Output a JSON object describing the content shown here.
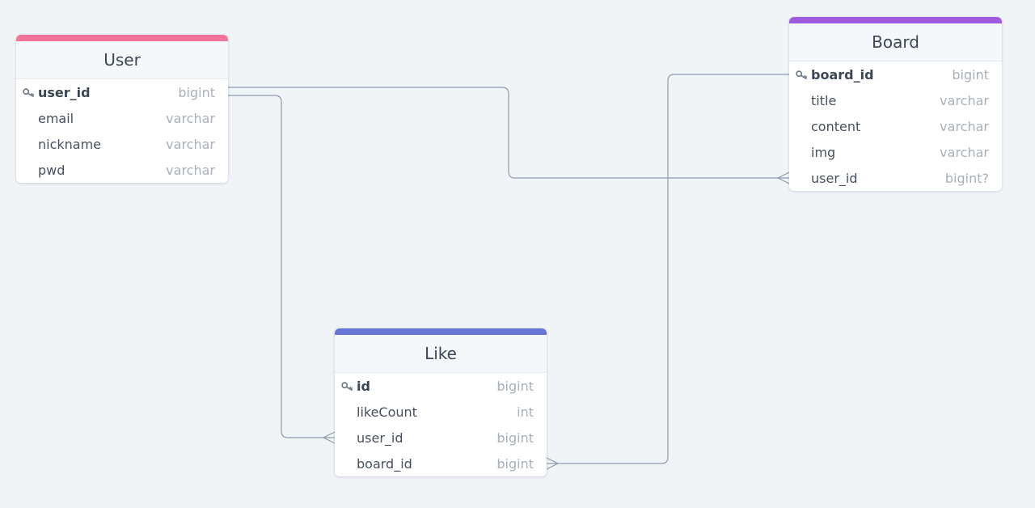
{
  "colors": {
    "background": "#f0f4f7",
    "connector": "#8e9bae",
    "user_accent": "#f5729a",
    "board_accent": "#9d5ce0",
    "like_accent": "#6674d6"
  },
  "tables": {
    "user": {
      "title": "User",
      "fields": [
        {
          "name": "user_id",
          "type": "bigint",
          "pk": true
        },
        {
          "name": "email",
          "type": "varchar"
        },
        {
          "name": "nickname",
          "type": "varchar"
        },
        {
          "name": "pwd",
          "type": "varchar"
        }
      ]
    },
    "board": {
      "title": "Board",
      "fields": [
        {
          "name": "board_id",
          "type": "bigint",
          "pk": true
        },
        {
          "name": "title",
          "type": "varchar"
        },
        {
          "name": "content",
          "type": "varchar"
        },
        {
          "name": "img",
          "type": "varchar"
        },
        {
          "name": "user_id",
          "type": "bigint?"
        }
      ]
    },
    "like": {
      "title": "Like",
      "fields": [
        {
          "name": "id",
          "type": "bigint",
          "pk": true
        },
        {
          "name": "likeCount",
          "type": "int"
        },
        {
          "name": "user_id",
          "type": "bigint"
        },
        {
          "name": "board_id",
          "type": "bigint"
        }
      ]
    }
  },
  "relations": [
    {
      "from": "User.user_id",
      "to": "Board.user_id",
      "to_cardinality": "many"
    },
    {
      "from": "User.user_id",
      "to": "Like.user_id",
      "to_cardinality": "many"
    },
    {
      "from": "Board.board_id",
      "to": "Like.board_id",
      "to_cardinality": "many"
    }
  ]
}
